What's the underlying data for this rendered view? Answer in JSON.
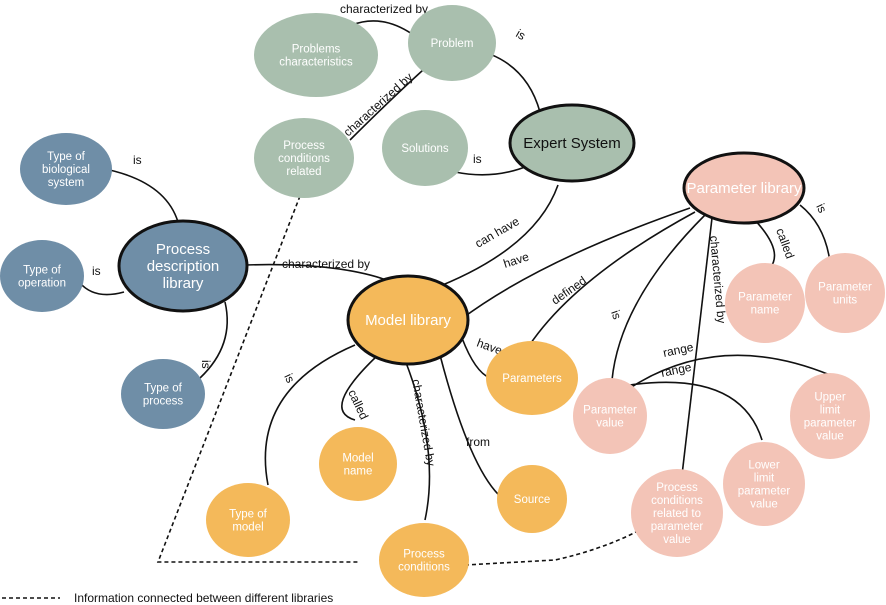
{
  "colors": {
    "green": "#a9bfae",
    "blue": "#6f8ea7",
    "orange": "#f4b95a",
    "pink": "#f3c4b7",
    "outline": "#111111"
  },
  "nodes": {
    "problems_characteristics": [
      "Problems",
      "characteristics"
    ],
    "problem": [
      "Problem"
    ],
    "process_conditions_related": [
      "Process",
      "conditions",
      "related"
    ],
    "solutions": [
      "Solutions"
    ],
    "expert_system": [
      "Expert System"
    ],
    "type_bio": [
      "Type of",
      "biological",
      "system"
    ],
    "process_desc_lib": [
      "Process",
      "description",
      "library"
    ],
    "type_operation": [
      "Type of",
      "operation"
    ],
    "type_process": [
      "Type of",
      "process"
    ],
    "model_library": [
      "Model library"
    ],
    "parameters": [
      "Parameters"
    ],
    "model_name": [
      "Model",
      "name"
    ],
    "type_model": [
      "Type of",
      "model"
    ],
    "process_conditions": [
      "Process",
      "conditions"
    ],
    "source": [
      "Source"
    ],
    "parameter_library": [
      "Parameter library"
    ],
    "parameter_name": [
      "Parameter",
      "name"
    ],
    "parameter_units": [
      "Parameter",
      "units"
    ],
    "parameter_value": [
      "Parameter",
      "value"
    ],
    "upper_limit": [
      "Upper",
      "limit",
      "parameter",
      "value"
    ],
    "lower_limit": [
      "Lower",
      "limit",
      "parameter",
      "value"
    ],
    "pc_related_param": [
      "Process",
      "conditions",
      "related to",
      "parameter",
      "value"
    ]
  },
  "edge_labels": {
    "characterized_by_top": "characterized by",
    "is_problem": "is",
    "characterized_by_diag": "characterized by",
    "is_solutions": "is",
    "is_bio": "is",
    "is_operation": "is",
    "is_process": "is",
    "characterized_by_pdl": "characterized by",
    "can_have": "can have",
    "have_param_lib": "have",
    "defined": "defined",
    "have_parameters": "have",
    "is_model": "is",
    "called_model": "called",
    "characterized_by_pc": "characterized by",
    "from": "from",
    "called_param": "called",
    "is_units": "is",
    "is_value": "is",
    "characterized_by_pl": "characterized by",
    "range1": "range",
    "range2": "range"
  },
  "legend": {
    "text": "Information connected between different libraries"
  }
}
